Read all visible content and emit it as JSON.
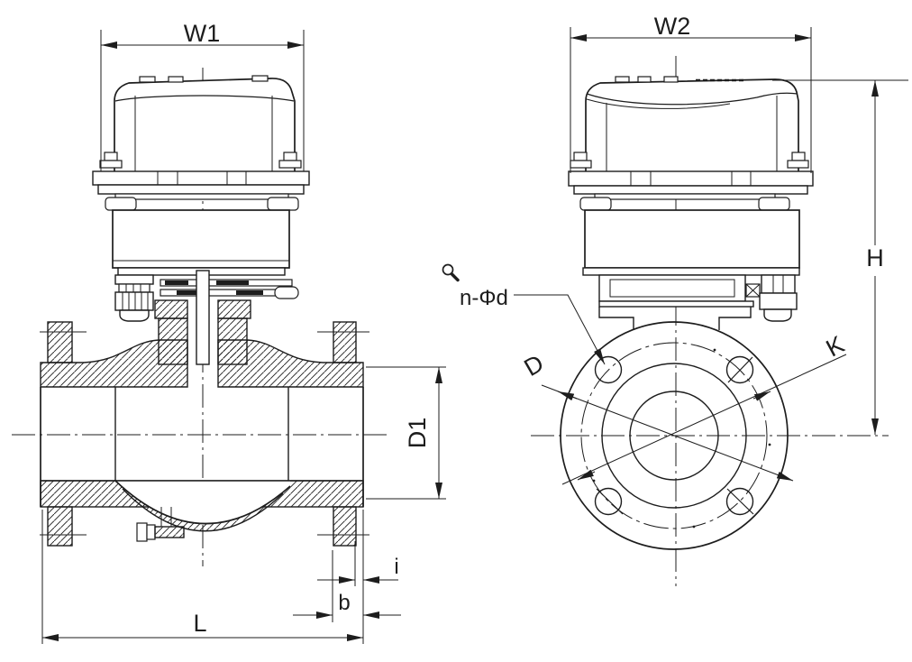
{
  "colors": {
    "background": "#ffffff",
    "line": "#1d1d1d"
  },
  "front_view": {
    "dim_w1": "W1",
    "dim_d1": "D1",
    "dim_i": "i",
    "dim_b": "b",
    "dim_l": "L"
  },
  "side_view": {
    "dim_w2": "W2",
    "dim_h": "H",
    "dim_d": "D",
    "dim_k": "K",
    "dim_bolt_holes": "n-Φd"
  }
}
